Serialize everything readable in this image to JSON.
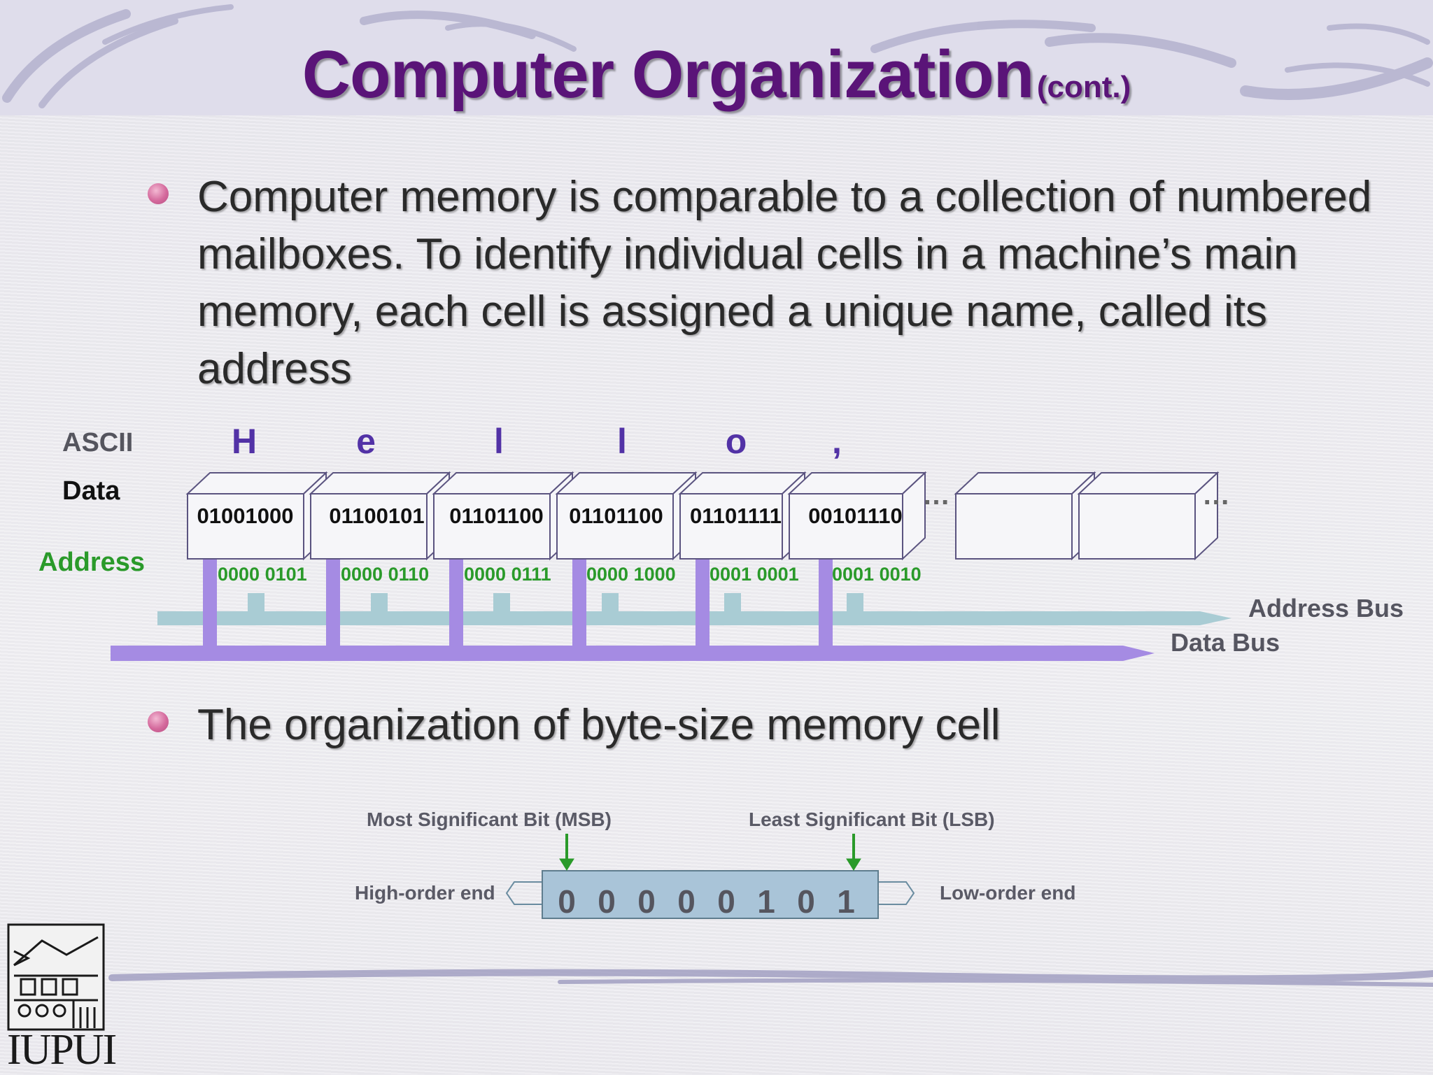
{
  "slide": {
    "title": "Computer Organization",
    "title_suffix": "(cont.)",
    "bullet1": "Computer memory is comparable to a collection of numbered mailboxes. To identify individual cells in a machine’s main memory, each cell is assigned a unique name, called its address",
    "bullet2": "The organization of byte-size memory cell"
  },
  "memory_diagram": {
    "labels": {
      "ascii": "ASCII",
      "data": "Data",
      "address": "Address"
    },
    "cells": [
      {
        "ascii": "H",
        "data": "01001000",
        "address": "0000 0101"
      },
      {
        "ascii": "e",
        "data": "01100101",
        "address": "0000 0110"
      },
      {
        "ascii": "l",
        "data": "01101100",
        "address": "0000 0111"
      },
      {
        "ascii": "l",
        "data": "01101100",
        "address": "0000 1000"
      },
      {
        "ascii": "o",
        "data": "01101111",
        "address": "0001 0001"
      },
      {
        "ascii": ",",
        "data": "00101110",
        "address": "0001 0010"
      }
    ],
    "ellipsis": "…",
    "address_bus": "Address Bus",
    "data_bus": "Data Bus",
    "colors": {
      "address_bus": "#a9ccd4",
      "data_bus": "#a58be3",
      "address_text": "#2a9a2a",
      "ascii_text": "#5232a6"
    }
  },
  "byte_diagram": {
    "msb_label": "Most Significant Bit (MSB)",
    "lsb_label": "Least Significant Bit (LSB)",
    "high_end": "High-order end",
    "low_end": "Low-order end",
    "bits": [
      "0",
      "0",
      "0",
      "0",
      "0",
      "1",
      "0",
      "1"
    ],
    "box_color": "#a9c4d8"
  },
  "logo": {
    "text": "IUPUI"
  }
}
